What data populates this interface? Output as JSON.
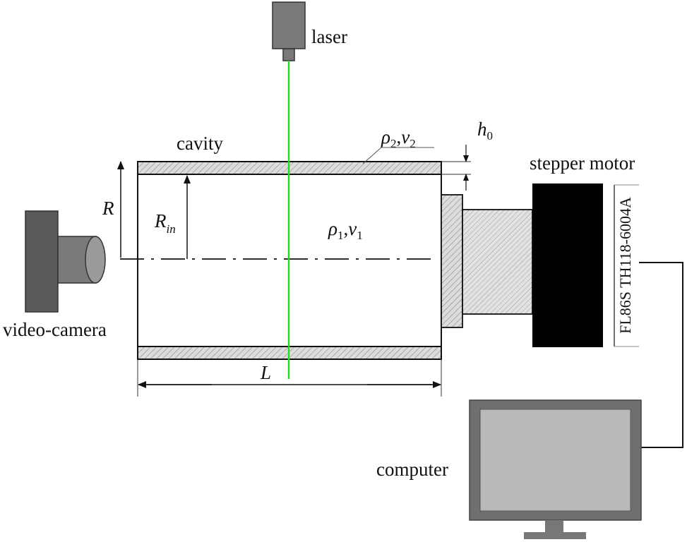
{
  "labels": {
    "laser": "laser",
    "cavity": "cavity",
    "stepper_motor": "stepper motor",
    "motor_model": "FL86S TH118-6004A",
    "video_camera": "video-camera",
    "computer": "computer",
    "R": "R",
    "R_in_base": "R",
    "R_in_sub": "in",
    "L": "L",
    "h0_base": "h",
    "h0_sub": "0",
    "rho1_nu1": {
      "a": "ρ",
      "a_sub": "1",
      "sep": ",",
      "b": "ν",
      "b_sub": "1"
    },
    "rho2_nu2": {
      "a": "ρ",
      "a_sub": "2",
      "sep": ",",
      "b": "ν",
      "b_sub": "2"
    }
  },
  "colors": {
    "laser_beam": "#22dd22",
    "device_gray": "#7a7a7a",
    "device_dark": "#5a5a5a",
    "motor_body": "#000000",
    "hatch_fill": "#d8d8d8",
    "screen": "#b9b9b9"
  }
}
